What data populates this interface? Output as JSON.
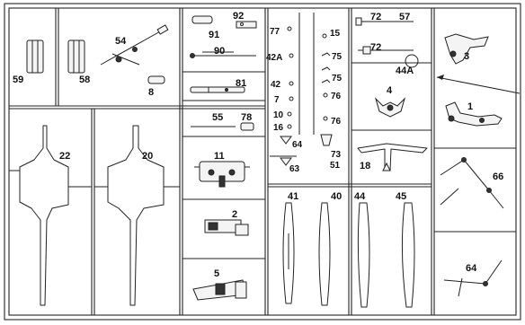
{
  "sprue": {
    "parts": [
      {
        "id": "p59",
        "label": "59"
      },
      {
        "id": "p58",
        "label": "58"
      },
      {
        "id": "p54",
        "label": "54"
      },
      {
        "id": "p8",
        "label": "8"
      },
      {
        "id": "p92",
        "label": "92"
      },
      {
        "id": "p91",
        "label": "91"
      },
      {
        "id": "p90",
        "label": "90"
      },
      {
        "id": "p81",
        "label": "81"
      },
      {
        "id": "p55",
        "label": "55"
      },
      {
        "id": "p78",
        "label": "78"
      },
      {
        "id": "p11",
        "label": "11"
      },
      {
        "id": "p2",
        "label": "2"
      },
      {
        "id": "p5",
        "label": "5"
      },
      {
        "id": "p22",
        "label": "22"
      },
      {
        "id": "p20",
        "label": "20"
      },
      {
        "id": "p77",
        "label": "77"
      },
      {
        "id": "p15",
        "label": "15"
      },
      {
        "id": "p42a",
        "label": "42A"
      },
      {
        "id": "p75a",
        "label": "75"
      },
      {
        "id": "p75b",
        "label": "75"
      },
      {
        "id": "p42",
        "label": "42"
      },
      {
        "id": "p76a",
        "label": "76"
      },
      {
        "id": "p7",
        "label": "7"
      },
      {
        "id": "p10",
        "label": "10"
      },
      {
        "id": "p76b",
        "label": "76"
      },
      {
        "id": "p16",
        "label": "16"
      },
      {
        "id": "p64a",
        "label": "64"
      },
      {
        "id": "p73",
        "label": "73"
      },
      {
        "id": "p63",
        "label": "63"
      },
      {
        "id": "p51",
        "label": "51"
      },
      {
        "id": "p72a",
        "label": "72"
      },
      {
        "id": "p57",
        "label": "57"
      },
      {
        "id": "p72b",
        "label": "72"
      },
      {
        "id": "p44a",
        "label": "44A"
      },
      {
        "id": "p3",
        "label": "3"
      },
      {
        "id": "p4",
        "label": "4"
      },
      {
        "id": "p1",
        "label": "1"
      },
      {
        "id": "p18",
        "label": "18"
      },
      {
        "id": "p66",
        "label": "66"
      },
      {
        "id": "p41",
        "label": "41"
      },
      {
        "id": "p40",
        "label": "40"
      },
      {
        "id": "p44",
        "label": "44"
      },
      {
        "id": "p45",
        "label": "45"
      },
      {
        "id": "p64b",
        "label": "64"
      }
    ]
  }
}
